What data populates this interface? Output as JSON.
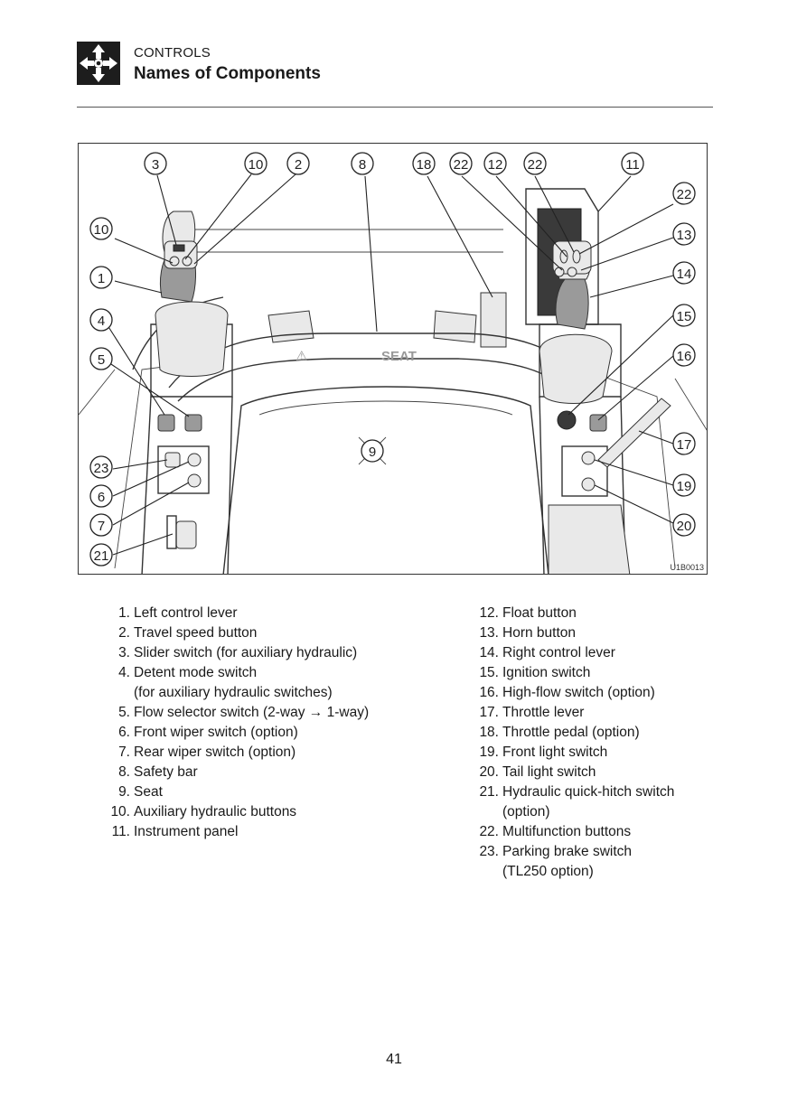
{
  "header": {
    "icon": "controls-arrows-icon",
    "section": "CONTROLS",
    "title": "Names of Components"
  },
  "figure": {
    "code": "U1B0013",
    "seat_label": "SEAT",
    "callouts": [
      "3",
      "10",
      "2",
      "8",
      "18",
      "22",
      "12",
      "22",
      "11",
      "10",
      "1",
      "4",
      "5",
      "23",
      "6",
      "7",
      "21",
      "22",
      "13",
      "14",
      "15",
      "16",
      "17",
      "19",
      "20",
      "9"
    ]
  },
  "legend_left": [
    {
      "num": "1.",
      "text": "Left control lever"
    },
    {
      "num": "2.",
      "text": "Travel speed button"
    },
    {
      "num": "3.",
      "text": "Slider switch (for auxiliary hydraulic)"
    },
    {
      "num": "4.",
      "text": "Detent mode switch"
    },
    {
      "num": "",
      "text": "(for auxiliary hydraulic switches)"
    },
    {
      "num": "5.",
      "text": "Flow selector switch (2-way → 1-way)"
    },
    {
      "num": "6.",
      "text": "Front wiper switch (option)"
    },
    {
      "num": "7.",
      "text": "Rear wiper switch (option)"
    },
    {
      "num": "8.",
      "text": "Safety bar"
    },
    {
      "num": "9.",
      "text": "Seat"
    },
    {
      "num": "10.",
      "text": "Auxiliary hydraulic buttons"
    },
    {
      "num": "11.",
      "text": "Instrument panel"
    }
  ],
  "legend_right": [
    {
      "num": "12.",
      "text": "Float button"
    },
    {
      "num": "13.",
      "text": "Horn button"
    },
    {
      "num": "14.",
      "text": "Right control lever"
    },
    {
      "num": "15.",
      "text": "Ignition switch"
    },
    {
      "num": "16.",
      "text": "High-flow switch (option)"
    },
    {
      "num": "17.",
      "text": "Throttle lever"
    },
    {
      "num": "18.",
      "text": "Throttle pedal (option)"
    },
    {
      "num": "19.",
      "text": "Front light switch"
    },
    {
      "num": "20.",
      "text": "Tail light switch"
    },
    {
      "num": "21.",
      "text": "Hydraulic quick-hitch switch"
    },
    {
      "num": "",
      "text": "(option)"
    },
    {
      "num": "22.",
      "text": "Multifunction buttons"
    },
    {
      "num": "23.",
      "text": "Parking brake switch"
    },
    {
      "num": "",
      "text": "(TL250 option)"
    }
  ],
  "page_number": "41"
}
